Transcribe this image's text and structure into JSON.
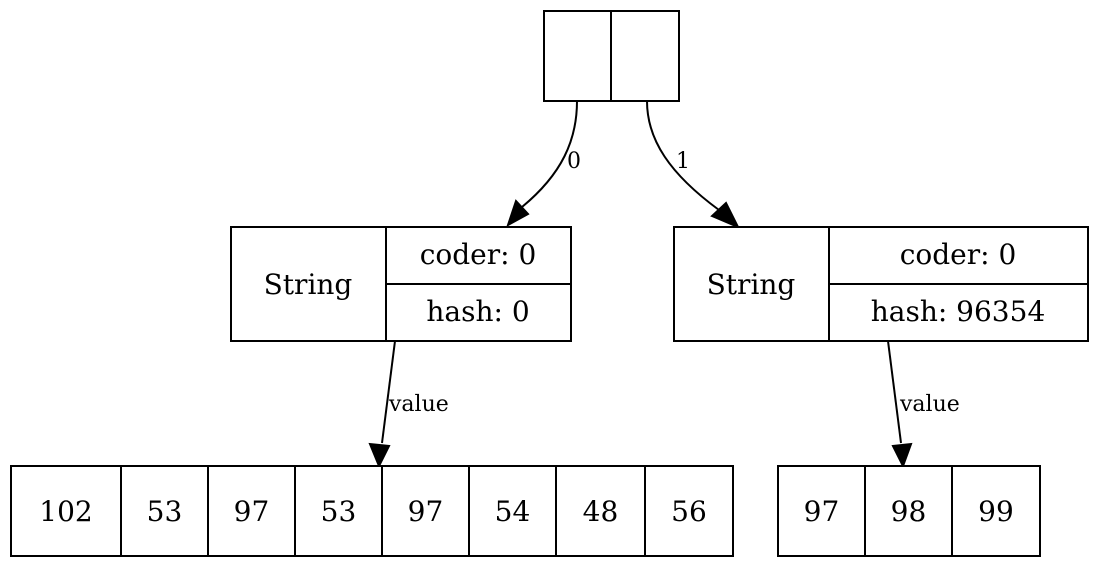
{
  "array_root": {
    "cells": [
      "",
      ""
    ]
  },
  "edges": {
    "e0_label": "0",
    "e1_label": "1",
    "value_left": "value",
    "value_right": "value"
  },
  "string_left": {
    "type": "String",
    "coder": "coder: 0",
    "hash": "hash: 0"
  },
  "string_right": {
    "type": "String",
    "coder": "coder: 0",
    "hash": "hash: 96354"
  },
  "bytes_left": [
    "102",
    "53",
    "97",
    "53",
    "97",
    "54",
    "48",
    "56"
  ],
  "bytes_right": [
    "97",
    "98",
    "99"
  ]
}
